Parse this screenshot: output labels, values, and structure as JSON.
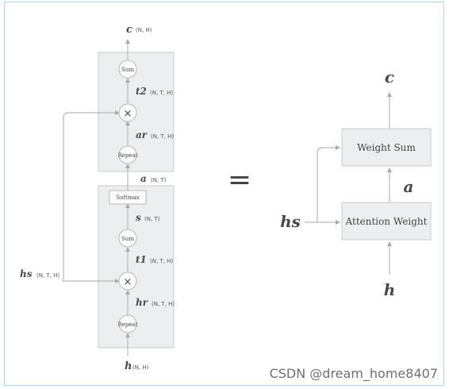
{
  "left": {
    "output_var": "c",
    "output_dim": "(N, H)",
    "sum_top_label": "Sum",
    "t2_var": "t2",
    "t2_dim": "(N, T, H)",
    "multiply_glyph": "×",
    "ar_var": "ar",
    "ar_dim": "(N, T, H)",
    "repeat_top_label": "Repeat",
    "a_var": "a",
    "a_dim": "(N, T)",
    "softmax_label": "Softmax",
    "s_var": "s",
    "s_dim": "(N, T)",
    "sum_bottom_label": "Sum",
    "t1_var": "t1",
    "t1_dim": "(N, T, H)",
    "hs_var": "hs",
    "hs_dim": "(N, T, H)",
    "hr_var": "hr",
    "hr_dim": "(N, T, H)",
    "repeat_bottom_label": "Repeat",
    "h_var": "h",
    "h_dim": "(N, H)"
  },
  "equals": "=",
  "right": {
    "output_var": "c",
    "weight_sum_label": "Weight Sum",
    "a_var": "a",
    "hs_var": "hs",
    "attention_weight_label": "Attention Weight",
    "h_var": "h"
  },
  "watermark": "CSDN @dream_home8407",
  "colors": {
    "block_fill": "#eceeef",
    "block_stroke": "#c9cccd",
    "arrow": "#aaaaaa",
    "text": "#4a4a4a"
  }
}
